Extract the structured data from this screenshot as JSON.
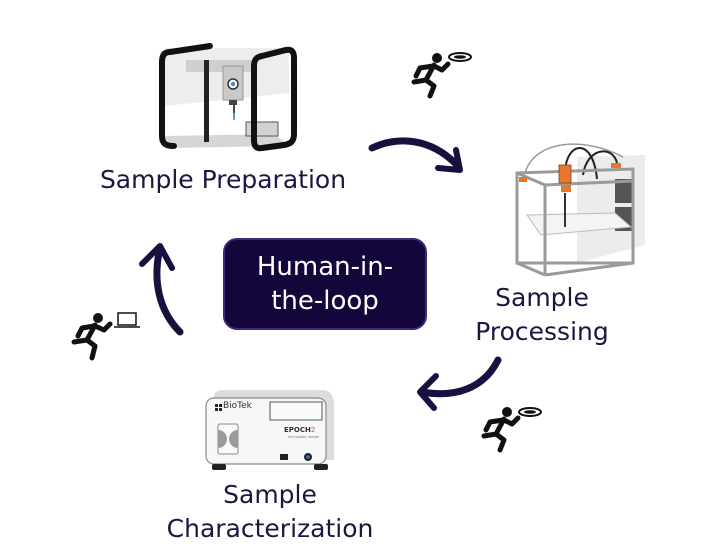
{
  "title": "Human-in-the-loop workflow",
  "center": {
    "line1": "Human-in-",
    "line2": "the-loop"
  },
  "stages": {
    "preparation": {
      "label": "Sample Preparation",
      "icon": "liquid-handler-robot-icon"
    },
    "processing": {
      "line1": "Sample",
      "line2": "Processing",
      "icon": "3d-printer-gantry-icon"
    },
    "characterization": {
      "line1": "Sample",
      "line2": "Characterization",
      "icon": "plate-reader-icon",
      "device_brand": "BioTek",
      "device_model": "EPOCH",
      "device_model_suffix": "2",
      "device_subtitle": "microplate reader"
    }
  },
  "transfers": [
    {
      "from": "preparation",
      "to": "processing",
      "icon": "running-person-frisbee-icon"
    },
    {
      "from": "processing",
      "to": "characterization",
      "icon": "running-person-frisbee-icon"
    },
    {
      "from": "characterization",
      "to": "preparation",
      "icon": "running-person-laptop-icon"
    }
  ],
  "colors": {
    "arrow": "#1a1040",
    "box_bg": "#14063a",
    "box_border": "#3a2a78",
    "text": "#1c1640"
  }
}
